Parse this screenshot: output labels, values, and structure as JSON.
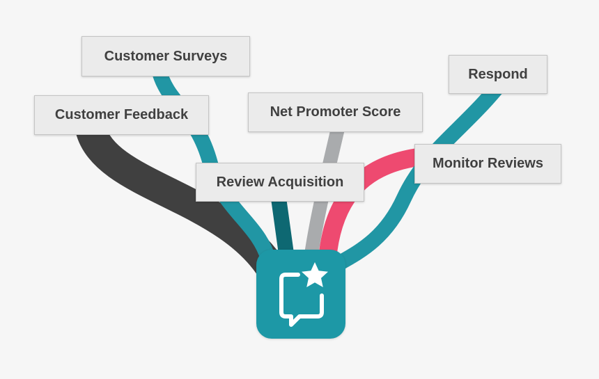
{
  "nodes": {
    "customer_surveys": "Customer Surveys",
    "customer_feedback": "Customer Feedback",
    "net_promoter_score": "Net Promoter Score",
    "respond": "Respond",
    "monitor_reviews": "Monitor Reviews",
    "review_acquisition": "Review Acquisition"
  },
  "hub": {
    "icon": "review-star-chat-icon"
  },
  "colors": {
    "background": "#f6f6f6",
    "teal": "#2196a4",
    "dark_teal": "#0e6872",
    "dark_gray": "#404040",
    "light_gray": "#a9abad",
    "pink": "#ee4a70",
    "hub": "#1d98a6",
    "label_bg": "#ebebeb",
    "label_text": "#404040"
  },
  "links": [
    {
      "from": "customer_surveys",
      "to": "hub",
      "color": "teal"
    },
    {
      "from": "customer_feedback",
      "to": "hub",
      "color": "dark_gray"
    },
    {
      "from": "review_acquisition",
      "to": "hub",
      "color": "dark_teal"
    },
    {
      "from": "net_promoter_score",
      "to": "hub",
      "color": "light_gray"
    },
    {
      "from": "monitor_reviews",
      "to": "hub",
      "color": "pink"
    },
    {
      "from": "respond",
      "to": "hub",
      "color": "teal"
    }
  ]
}
